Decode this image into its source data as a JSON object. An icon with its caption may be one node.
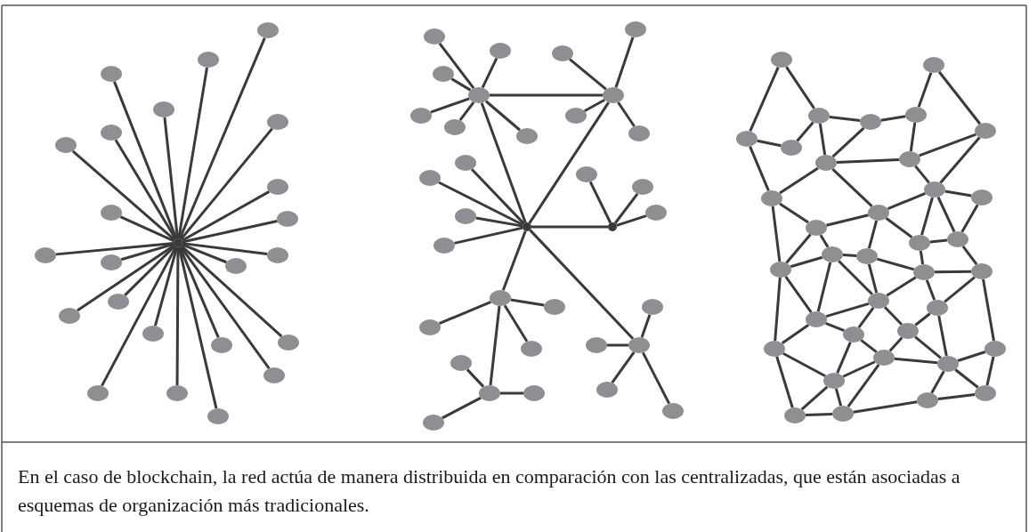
{
  "diagram": {
    "caption": "En el caso de blockchain, la red actúa de manera distribuida en comparación con las centralizadas, que están asociadas a esquemas de organización más tradicionales.",
    "nodes": [
      {
        "text": [],
        "shape": "dot"
      },
      {
        "text": [],
        "shape": "circle"
      },
      {
        "text": [],
        "shape": "circle"
      },
      {
        "text": [],
        "shape": "circle"
      },
      {
        "text": [],
        "shape": "circle"
      },
      {
        "text": [],
        "shape": "circle"
      },
      {
        "text": [],
        "shape": "circle"
      },
      {
        "text": [],
        "shape": "circle"
      },
      {
        "text": [],
        "shape": "circle"
      },
      {
        "text": [],
        "shape": "circle"
      },
      {
        "text": [],
        "shape": "circle"
      },
      {
        "text": [],
        "shape": "circle"
      },
      {
        "text": [],
        "shape": "circle"
      },
      {
        "text": [],
        "shape": "circle"
      },
      {
        "text": [],
        "shape": "circle"
      },
      {
        "text": [],
        "shape": "circle"
      },
      {
        "text": [],
        "shape": "circle"
      },
      {
        "text": [],
        "shape": "circle"
      },
      {
        "text": [],
        "shape": "circle"
      },
      {
        "text": [],
        "shape": "circle"
      },
      {
        "text": [],
        "shape": "circle"
      },
      {
        "text": [],
        "shape": "circle"
      },
      {
        "text": [],
        "shape": "circle"
      },
      {
        "text": [],
        "shape": "circle"
      },
      {
        "text": [],
        "shape": "circle"
      },
      {
        "text": [],
        "shape": "circle"
      },
      {
        "text": [],
        "shape": "dot"
      },
      {
        "text": [],
        "shape": "dot"
      },
      {
        "text": [],
        "shape": "circle"
      },
      {
        "text": [],
        "shape": "circle"
      },
      {
        "text": [],
        "shape": "circle"
      },
      {
        "text": [],
        "shape": "circle"
      },
      {
        "text": [],
        "shape": "circle"
      },
      {
        "text": [],
        "shape": "circle"
      },
      {
        "text": [],
        "shape": "circle"
      },
      {
        "text": [],
        "shape": "circle"
      },
      {
        "text": [],
        "shape": "circle"
      },
      {
        "text": [],
        "shape": "circle"
      },
      {
        "text": [],
        "shape": "circle"
      },
      {
        "text": [],
        "shape": "circle"
      },
      {
        "text": [],
        "shape": "circle"
      },
      {
        "text": [],
        "shape": "circle"
      },
      {
        "text": [],
        "shape": "circle"
      },
      {
        "text": [],
        "shape": "circle"
      },
      {
        "text": [],
        "shape": "circle"
      },
      {
        "text": [],
        "shape": "circle"
      },
      {
        "text": [],
        "shape": "circle"
      },
      {
        "text": [],
        "shape": "circle"
      },
      {
        "text": [],
        "shape": "circle"
      },
      {
        "text": [],
        "shape": "circle"
      },
      {
        "text": [],
        "shape": "circle"
      },
      {
        "text": [],
        "shape": "circle"
      },
      {
        "text": [],
        "shape": "circle"
      },
      {
        "text": [],
        "shape": "circle"
      },
      {
        "text": [],
        "shape": "circle"
      },
      {
        "text": [],
        "shape": "circle"
      },
      {
        "text": [],
        "shape": "circle"
      },
      {
        "text": [],
        "shape": "circle"
      },
      {
        "text": [],
        "shape": "circle"
      },
      {
        "text": [],
        "shape": "circle"
      },
      {
        "text": [],
        "shape": "circle"
      },
      {
        "text": [],
        "shape": "circle"
      },
      {
        "text": [],
        "shape": "circle"
      },
      {
        "text": [],
        "shape": "circle"
      },
      {
        "text": [],
        "shape": "circle"
      },
      {
        "text": [],
        "shape": "circle"
      },
      {
        "text": [],
        "shape": "circle"
      },
      {
        "text": [],
        "shape": "circle"
      },
      {
        "text": [],
        "shape": "circle"
      },
      {
        "text": [],
        "shape": "circle"
      },
      {
        "text": [],
        "shape": "circle"
      },
      {
        "text": [],
        "shape": "circle"
      },
      {
        "text": [],
        "shape": "circle"
      },
      {
        "text": [],
        "shape": "circle"
      },
      {
        "text": [],
        "shape": "circle"
      },
      {
        "text": [],
        "shape": "circle"
      },
      {
        "text": [],
        "shape": "circle"
      },
      {
        "text": [],
        "shape": "circle"
      },
      {
        "text": [],
        "shape": "circle"
      },
      {
        "text": [],
        "shape": "circle"
      },
      {
        "text": [],
        "shape": "circle"
      },
      {
        "text": [],
        "shape": "circle"
      },
      {
        "text": [],
        "shape": "circle"
      },
      {
        "text": [],
        "shape": "circle"
      },
      {
        "text": [],
        "shape": "circle"
      },
      {
        "text": [],
        "shape": "circle"
      },
      {
        "text": [],
        "shape": "circle"
      },
      {
        "text": [],
        "shape": "circle"
      },
      {
        "text": [],
        "shape": "circle"
      },
      {
        "text": [],
        "shape": "circle"
      },
      {
        "text": [],
        "shape": "circle"
      },
      {
        "text": [],
        "shape": "circle"
      },
      {
        "text": [],
        "shape": "circle"
      },
      {
        "text": [],
        "shape": "circle"
      }
    ],
    "edges": [
      {
        "from": 0,
        "to": 1,
        "arrow": "none"
      },
      {
        "from": 0,
        "to": 2,
        "arrow": "none"
      },
      {
        "from": 0,
        "to": 3,
        "arrow": "none"
      },
      {
        "from": 0,
        "to": 4,
        "arrow": "none"
      },
      {
        "from": 0,
        "to": 5,
        "arrow": "none"
      },
      {
        "from": 0,
        "to": 6,
        "arrow": "none"
      },
      {
        "from": 0,
        "to": 7,
        "arrow": "none"
      },
      {
        "from": 0,
        "to": 8,
        "arrow": "none"
      },
      {
        "from": 0,
        "to": 9,
        "arrow": "none"
      },
      {
        "from": 0,
        "to": 10,
        "arrow": "none"
      },
      {
        "from": 0,
        "to": 11,
        "arrow": "none"
      },
      {
        "from": 0,
        "to": 12,
        "arrow": "none"
      },
      {
        "from": 0,
        "to": 13,
        "arrow": "none"
      },
      {
        "from": 0,
        "to": 14,
        "arrow": "none"
      },
      {
        "from": 0,
        "to": 15,
        "arrow": "none"
      },
      {
        "from": 0,
        "to": 16,
        "arrow": "none"
      },
      {
        "from": 0,
        "to": 17,
        "arrow": "none"
      },
      {
        "from": 0,
        "to": 18,
        "arrow": "none"
      },
      {
        "from": 0,
        "to": 19,
        "arrow": "none"
      },
      {
        "from": 0,
        "to": 20,
        "arrow": "none"
      },
      {
        "from": 0,
        "to": 21,
        "arrow": "none"
      },
      {
        "from": 0,
        "to": 22,
        "arrow": "none"
      },
      {
        "from": 0,
        "to": 23,
        "arrow": "none"
      },
      {
        "from": 24,
        "to": 25,
        "arrow": "none"
      },
      {
        "from": 24,
        "to": 26,
        "arrow": "none"
      },
      {
        "from": 25,
        "to": 26,
        "arrow": "none"
      },
      {
        "from": 26,
        "to": 27,
        "arrow": "none"
      },
      {
        "from": 26,
        "to": 28,
        "arrow": "none"
      },
      {
        "from": 26,
        "to": 29,
        "arrow": "none"
      },
      {
        "from": 28,
        "to": 30,
        "arrow": "none"
      },
      {
        "from": 24,
        "to": 31,
        "arrow": "none"
      },
      {
        "from": 24,
        "to": 32,
        "arrow": "none"
      },
      {
        "from": 24,
        "to": 33,
        "arrow": "none"
      },
      {
        "from": 24,
        "to": 34,
        "arrow": "none"
      },
      {
        "from": 24,
        "to": 35,
        "arrow": "none"
      },
      {
        "from": 24,
        "to": 36,
        "arrow": "none"
      },
      {
        "from": 25,
        "to": 37,
        "arrow": "none"
      },
      {
        "from": 25,
        "to": 38,
        "arrow": "none"
      },
      {
        "from": 25,
        "to": 39,
        "arrow": "none"
      },
      {
        "from": 25,
        "to": 40,
        "arrow": "none"
      },
      {
        "from": 26,
        "to": 41,
        "arrow": "none"
      },
      {
        "from": 26,
        "to": 42,
        "arrow": "none"
      },
      {
        "from": 26,
        "to": 43,
        "arrow": "none"
      },
      {
        "from": 26,
        "to": 44,
        "arrow": "none"
      },
      {
        "from": 27,
        "to": 45,
        "arrow": "none"
      },
      {
        "from": 27,
        "to": 46,
        "arrow": "none"
      },
      {
        "from": 27,
        "to": 47,
        "arrow": "none"
      },
      {
        "from": 28,
        "to": 48,
        "arrow": "none"
      },
      {
        "from": 28,
        "to": 49,
        "arrow": "none"
      },
      {
        "from": 28,
        "to": 50,
        "arrow": "none"
      },
      {
        "from": 30,
        "to": 51,
        "arrow": "none"
      },
      {
        "from": 30,
        "to": 52,
        "arrow": "none"
      },
      {
        "from": 30,
        "to": 53,
        "arrow": "none"
      },
      {
        "from": 29,
        "to": 54,
        "arrow": "none"
      },
      {
        "from": 29,
        "to": 55,
        "arrow": "none"
      },
      {
        "from": 29,
        "to": 56,
        "arrow": "none"
      },
      {
        "from": 29,
        "to": 57,
        "arrow": "none"
      },
      {
        "from": 58,
        "to": 63,
        "arrow": "none"
      },
      {
        "from": 58,
        "to": 60,
        "arrow": "none"
      },
      {
        "from": 59,
        "to": 62,
        "arrow": "none"
      },
      {
        "from": 59,
        "to": 65,
        "arrow": "none"
      },
      {
        "from": 60,
        "to": 61,
        "arrow": "none"
      },
      {
        "from": 60,
        "to": 64,
        "arrow": "none"
      },
      {
        "from": 60,
        "to": 66,
        "arrow": "none"
      },
      {
        "from": 61,
        "to": 62,
        "arrow": "none"
      },
      {
        "from": 61,
        "to": 66,
        "arrow": "none"
      },
      {
        "from": 62,
        "to": 67,
        "arrow": "none"
      },
      {
        "from": 63,
        "to": 64,
        "arrow": "none"
      },
      {
        "from": 63,
        "to": 68,
        "arrow": "none"
      },
      {
        "from": 66,
        "to": 67,
        "arrow": "none"
      },
      {
        "from": 67,
        "to": 65,
        "arrow": "none"
      },
      {
        "from": 65,
        "to": 69,
        "arrow": "none"
      },
      {
        "from": 67,
        "to": 69,
        "arrow": "none"
      },
      {
        "from": 66,
        "to": 68,
        "arrow": "none"
      },
      {
        "from": 66,
        "to": 71,
        "arrow": "none"
      },
      {
        "from": 69,
        "to": 70,
        "arrow": "none"
      },
      {
        "from": 69,
        "to": 71,
        "arrow": "none"
      },
      {
        "from": 69,
        "to": 73,
        "arrow": "none"
      },
      {
        "from": 69,
        "to": 74,
        "arrow": "none"
      },
      {
        "from": 70,
        "to": 74,
        "arrow": "none"
      },
      {
        "from": 68,
        "to": 72,
        "arrow": "none"
      },
      {
        "from": 68,
        "to": 77,
        "arrow": "none"
      },
      {
        "from": 71,
        "to": 72,
        "arrow": "none"
      },
      {
        "from": 71,
        "to": 73,
        "arrow": "none"
      },
      {
        "from": 71,
        "to": 76,
        "arrow": "none"
      },
      {
        "from": 72,
        "to": 75,
        "arrow": "none"
      },
      {
        "from": 72,
        "to": 77,
        "arrow": "none"
      },
      {
        "from": 73,
        "to": 74,
        "arrow": "none"
      },
      {
        "from": 73,
        "to": 78,
        "arrow": "none"
      },
      {
        "from": 74,
        "to": 79,
        "arrow": "none"
      },
      {
        "from": 75,
        "to": 76,
        "arrow": "none"
      },
      {
        "from": 75,
        "to": 77,
        "arrow": "none"
      },
      {
        "from": 75,
        "to": 80,
        "arrow": "none"
      },
      {
        "from": 75,
        "to": 82,
        "arrow": "none"
      },
      {
        "from": 76,
        "to": 78,
        "arrow": "none"
      },
      {
        "from": 76,
        "to": 80,
        "arrow": "none"
      },
      {
        "from": 77,
        "to": 82,
        "arrow": "none"
      },
      {
        "from": 77,
        "to": 85,
        "arrow": "none"
      },
      {
        "from": 78,
        "to": 79,
        "arrow": "none"
      },
      {
        "from": 78,
        "to": 80,
        "arrow": "none"
      },
      {
        "from": 78,
        "to": 81,
        "arrow": "none"
      },
      {
        "from": 79,
        "to": 81,
        "arrow": "none"
      },
      {
        "from": 79,
        "to": 86,
        "arrow": "none"
      },
      {
        "from": 80,
        "to": 82,
        "arrow": "none"
      },
      {
        "from": 80,
        "to": 83,
        "arrow": "none"
      },
      {
        "from": 80,
        "to": 84,
        "arrow": "none"
      },
      {
        "from": 81,
        "to": 84,
        "arrow": "none"
      },
      {
        "from": 81,
        "to": 88,
        "arrow": "none"
      },
      {
        "from": 82,
        "to": 83,
        "arrow": "none"
      },
      {
        "from": 82,
        "to": 85,
        "arrow": "none"
      },
      {
        "from": 83,
        "to": 87,
        "arrow": "none"
      },
      {
        "from": 83,
        "to": 89,
        "arrow": "none"
      },
      {
        "from": 84,
        "to": 87,
        "arrow": "none"
      },
      {
        "from": 84,
        "to": 88,
        "arrow": "none"
      },
      {
        "from": 85,
        "to": 89,
        "arrow": "none"
      },
      {
        "from": 85,
        "to": 92,
        "arrow": "none"
      },
      {
        "from": 86,
        "to": 88,
        "arrow": "none"
      },
      {
        "from": 86,
        "to": 90,
        "arrow": "none"
      },
      {
        "from": 87,
        "to": 88,
        "arrow": "none"
      },
      {
        "from": 87,
        "to": 89,
        "arrow": "none"
      },
      {
        "from": 87,
        "to": 93,
        "arrow": "none"
      },
      {
        "from": 88,
        "to": 90,
        "arrow": "none"
      },
      {
        "from": 88,
        "to": 91,
        "arrow": "none"
      },
      {
        "from": 89,
        "to": 92,
        "arrow": "none"
      },
      {
        "from": 89,
        "to": 93,
        "arrow": "none"
      },
      {
        "from": 90,
        "to": 91,
        "arrow": "none"
      },
      {
        "from": 91,
        "to": 93,
        "arrow": "none"
      },
      {
        "from": 92,
        "to": 93,
        "arrow": "none"
      }
    ]
  }
}
